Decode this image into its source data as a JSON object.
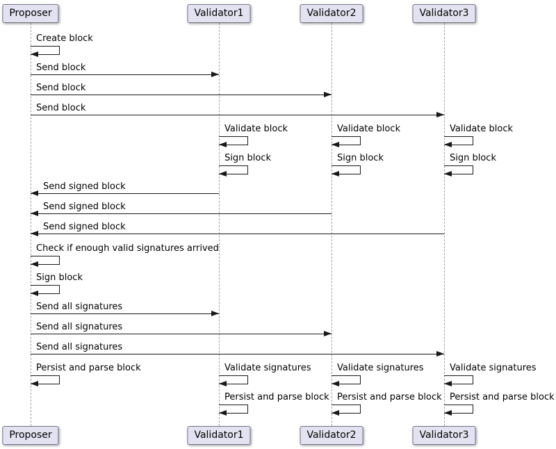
{
  "diagram": {
    "type": "uml-sequence-diagram",
    "participants": [
      {
        "id": "proposer",
        "label": "Proposer"
      },
      {
        "id": "validator1",
        "label": "Validator1"
      },
      {
        "id": "validator2",
        "label": "Validator2"
      },
      {
        "id": "validator3",
        "label": "Validator3"
      }
    ],
    "messages": [
      {
        "type": "self",
        "actor": "proposer",
        "label": "Create block"
      },
      {
        "type": "arrow",
        "from": "proposer",
        "to": "validator1",
        "label": "Send block"
      },
      {
        "type": "arrow",
        "from": "proposer",
        "to": "validator2",
        "label": "Send block"
      },
      {
        "type": "arrow",
        "from": "proposer",
        "to": "validator3",
        "label": "Send block"
      },
      {
        "type": "self",
        "actor": "validator1",
        "label": "Validate block"
      },
      {
        "type": "self",
        "actor": "validator2",
        "label": "Validate block"
      },
      {
        "type": "self",
        "actor": "validator3",
        "label": "Validate block"
      },
      {
        "type": "self",
        "actor": "validator1",
        "label": "Sign block"
      },
      {
        "type": "self",
        "actor": "validator2",
        "label": "Sign block"
      },
      {
        "type": "self",
        "actor": "validator3",
        "label": "Sign block"
      },
      {
        "type": "arrow",
        "from": "validator1",
        "to": "proposer",
        "label": "Send signed block"
      },
      {
        "type": "arrow",
        "from": "validator2",
        "to": "proposer",
        "label": "Send signed block"
      },
      {
        "type": "arrow",
        "from": "validator3",
        "to": "proposer",
        "label": "Send signed block"
      },
      {
        "type": "self",
        "actor": "proposer",
        "label": "Check if enough valid signatures arrived"
      },
      {
        "type": "self",
        "actor": "proposer",
        "label": "Sign block"
      },
      {
        "type": "arrow",
        "from": "proposer",
        "to": "validator1",
        "label": "Send all signatures"
      },
      {
        "type": "arrow",
        "from": "proposer",
        "to": "validator2",
        "label": "Send all signatures"
      },
      {
        "type": "arrow",
        "from": "proposer",
        "to": "validator3",
        "label": "Send all signatures"
      },
      {
        "type": "self",
        "actor": "proposer",
        "label": "Persist and parse block"
      },
      {
        "type": "self",
        "actor": "validator1",
        "label": "Validate signatures"
      },
      {
        "type": "self",
        "actor": "validator2",
        "label": "Validate signatures"
      },
      {
        "type": "self",
        "actor": "validator3",
        "label": "Validate signatures"
      },
      {
        "type": "self",
        "actor": "validator1",
        "label": "Persist and parse block"
      },
      {
        "type": "self",
        "actor": "validator2",
        "label": "Persist and parse block"
      },
      {
        "type": "self",
        "actor": "validator3",
        "label": "Persist and parse block"
      }
    ],
    "colors": {
      "background": "#FFFFFF",
      "participant_fill": "#E2E2F0",
      "participant_border": "#73738C",
      "lifeline": "#A0A0A0",
      "arrow": "#181818",
      "text": "#000000"
    }
  }
}
